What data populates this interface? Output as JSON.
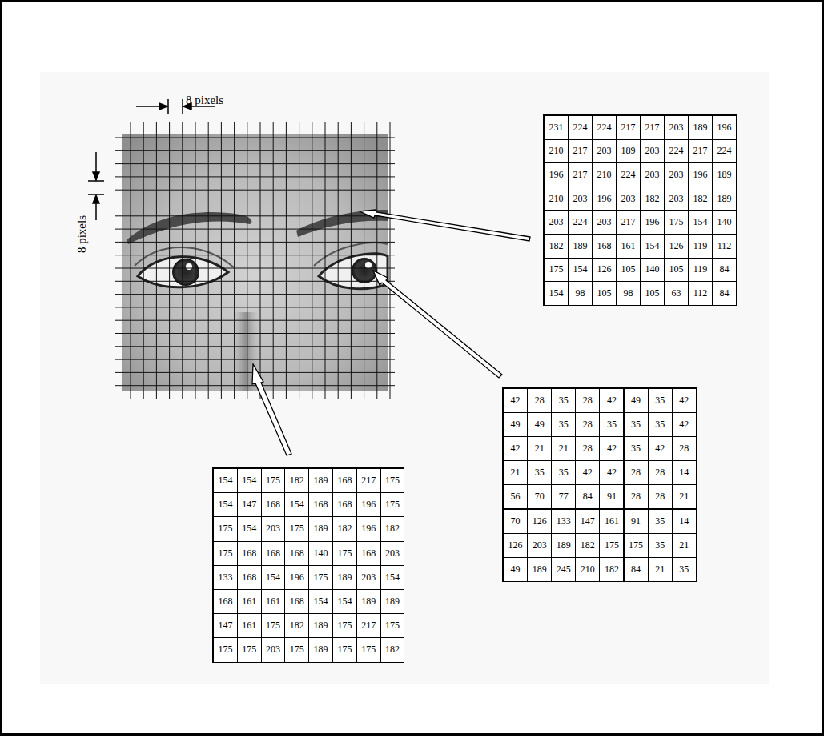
{
  "diagram": {
    "labels": [
      "8 pixels",
      "8 pixels",
      "231",
      "224",
      "224",
      "217",
      "217",
      "203",
      "189",
      "196",
      "210",
      "217",
      "203",
      "189",
      "203",
      "224",
      "217",
      "224",
      "196",
      "217",
      "210",
      "224",
      "203",
      "203",
      "196",
      "189",
      "210",
      "203",
      "196",
      "203",
      "182",
      "203",
      "182",
      "189",
      "203",
      "224",
      "203",
      "217",
      "196",
      "175",
      "154",
      "140",
      "182",
      "189",
      "168",
      "161",
      "154",
      "126",
      "119",
      "112",
      "175",
      "154",
      "126",
      "105",
      "140",
      "105",
      "119",
      "84",
      "154",
      "98",
      "105",
      "98",
      "105",
      "63",
      "112",
      "84",
      "42",
      "28",
      "35",
      "28",
      "42",
      "49",
      "35",
      "42",
      "49",
      "49",
      "35",
      "28",
      "35",
      "35",
      "35",
      "42",
      "42",
      "21",
      "21",
      "28",
      "42",
      "35",
      "42",
      "28",
      "21",
      "35",
      "35",
      "42",
      "42",
      "28",
      "28",
      "14",
      "56",
      "70",
      "77",
      "84",
      "91",
      "28",
      "28",
      "21",
      "70",
      "126",
      "133",
      "147",
      "161",
      "91",
      "35",
      "14",
      "126",
      "203",
      "189",
      "182",
      "175",
      "175",
      "35",
      "21",
      "49",
      "189",
      "245",
      "210",
      "182",
      "84",
      "21",
      "35",
      "154",
      "154",
      "175",
      "182",
      "189",
      "168",
      "217",
      "175",
      "154",
      "147",
      "168",
      "154",
      "168",
      "168",
      "196",
      "175",
      "175",
      "154",
      "203",
      "175",
      "189",
      "182",
      "196",
      "182",
      "175",
      "168",
      "168",
      "168",
      "140",
      "175",
      "168",
      "203",
      "133",
      "168",
      "154",
      "196",
      "175",
      "189",
      "203",
      "154",
      "168",
      "161",
      "161",
      "168",
      "154",
      "154",
      "189",
      "189",
      "147",
      "161",
      "175",
      "182",
      "189",
      "175",
      "217",
      "175",
      "175",
      "175",
      "203",
      "175",
      "189",
      "175",
      "175",
      "182"
    ]
  }
}
